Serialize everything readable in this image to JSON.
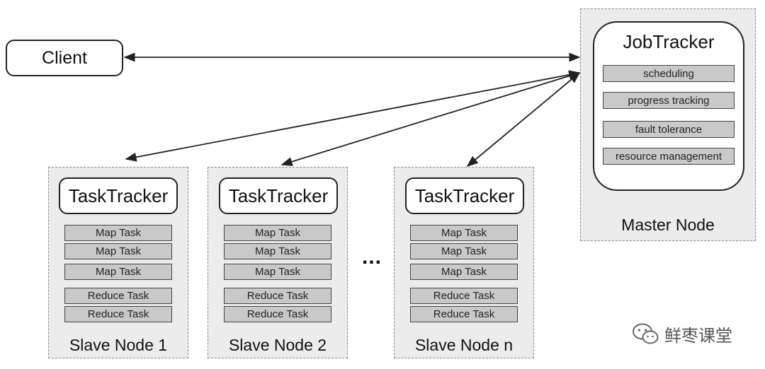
{
  "client": {
    "label": "Client"
  },
  "master": {
    "label": "Master Node",
    "jobtracker": {
      "title": "JobTracker",
      "functions": [
        "scheduling",
        "progress tracking",
        "fault tolerance",
        "resource management"
      ]
    }
  },
  "slaves": [
    {
      "label": "Slave Node 1",
      "tasktracker": "TaskTracker",
      "tasks": [
        "Map Task",
        "Map Task",
        "Map Task",
        "Reduce Task",
        "Reduce Task"
      ]
    },
    {
      "label": "Slave Node 2",
      "tasktracker": "TaskTracker",
      "tasks": [
        "Map Task",
        "Map Task",
        "Map Task",
        "Reduce Task",
        "Reduce Task"
      ]
    },
    {
      "label": "Slave Node n",
      "tasktracker": "TaskTracker",
      "tasks": [
        "Map Task",
        "Map Task",
        "Map Task",
        "Reduce Task",
        "Reduce Task"
      ]
    }
  ],
  "ellipsis": "...",
  "watermark": {
    "text": "鲜枣课堂",
    "icon": "wechat-icon"
  },
  "colors": {
    "node_bg": "#ececec",
    "task_bg": "#c9c9c9",
    "line": "#222222"
  }
}
